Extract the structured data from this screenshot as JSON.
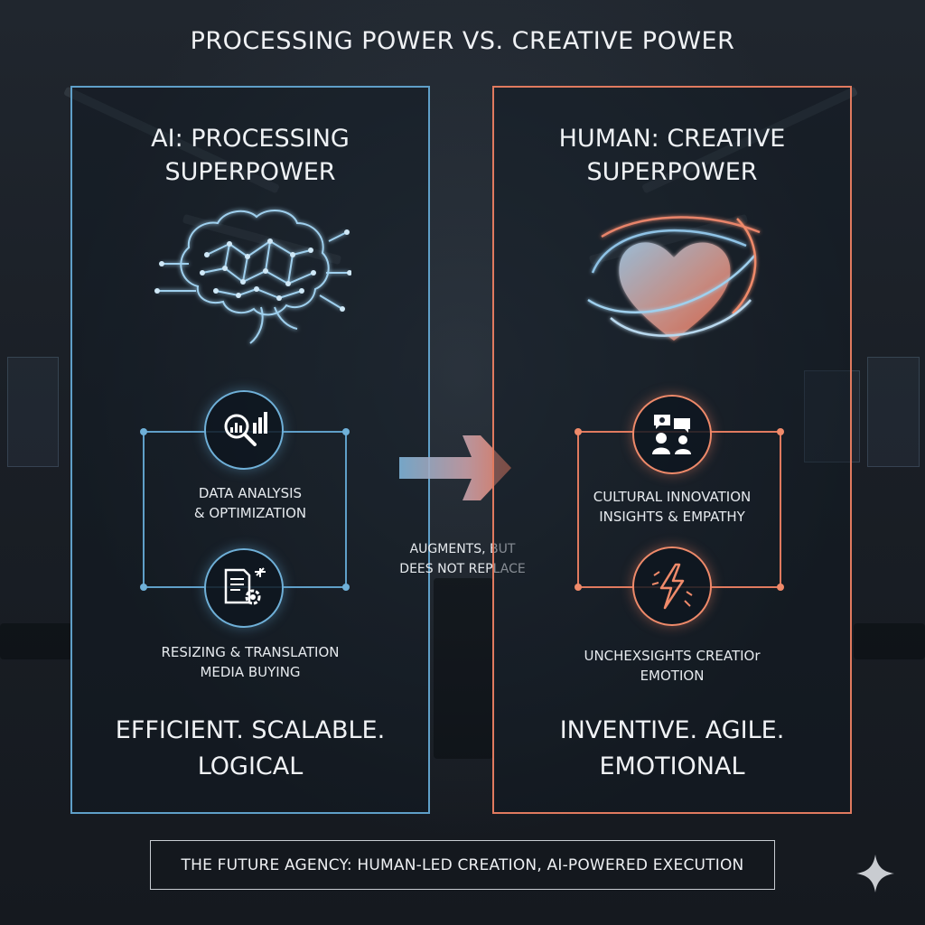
{
  "title": "PROCESSING POWER VS. CREATIVE POWER",
  "left_panel": {
    "title_line1": "AI: PROCESSING",
    "title_line2": "SUPERPOWER",
    "hero_icon": "circuit-brain-icon",
    "features": [
      {
        "icon": "magnifier-chart-icon",
        "line1": "DATA ANALYSIS",
        "line2": "& OPTIMIZATION"
      },
      {
        "icon": "document-gear-icon",
        "line1": "RESIZING & TRANSLATION",
        "line2": "MEDIA BUYING"
      }
    ],
    "traits_line1": "EFFICIENT. SCALABLE.",
    "traits_line2": "LOGICAL",
    "accent": "#5f9fc8"
  },
  "right_panel": {
    "title_line1": "HUMAN: CREATIVE",
    "title_line2": "SUPERPOWER",
    "hero_icon": "swirling-heart-icon",
    "features": [
      {
        "icon": "people-ideas-icon",
        "line1": "CULTURAL INNOVATION",
        "line2": "INSIGHTS & EMPATHY"
      },
      {
        "icon": "lightning-bolt-icon",
        "line1": "UNCHEXSIGHTS CREATIOr",
        "line2": "EMOTION"
      }
    ],
    "traits_line1": "INVENTIVE. AGILE.",
    "traits_line2": "EMOTIONAL",
    "accent": "#e07a5f"
  },
  "center": {
    "arrow_icon": "right-arrow-icon",
    "note_line1": "AUGMENTS, BUT",
    "note_line2": "DEES NOT REPLACE"
  },
  "footer": "THE FUTURE AGENCY: HUMAN-LED CREATION, AI-POWERED EXECUTION",
  "corner_icon": "sparkle-icon"
}
